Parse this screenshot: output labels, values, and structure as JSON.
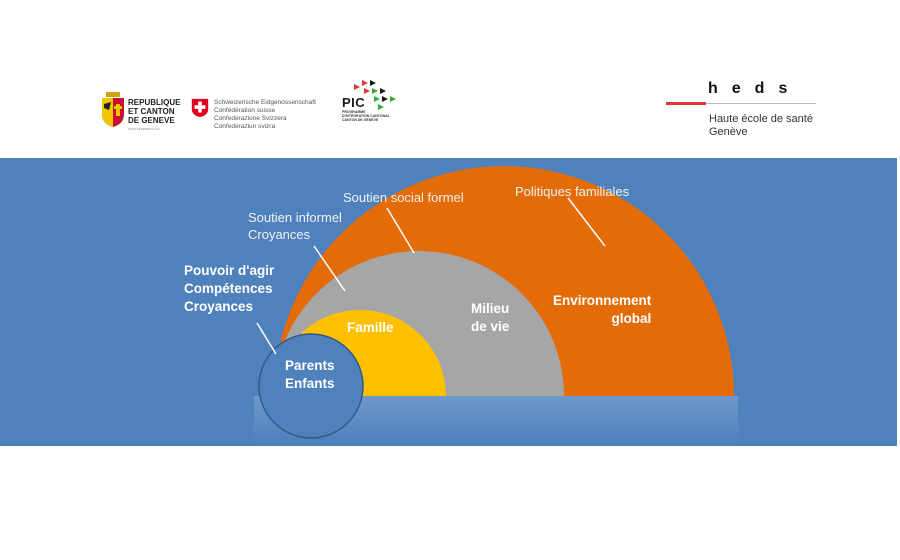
{
  "logos": {
    "geneva": {
      "line1": "REPUBLIQUE",
      "line2": "ET CANTON",
      "line3": "DE GENEVE",
      "motto": "POST TENEBRAS LUX"
    },
    "swiss": {
      "lines": [
        "Schweizerische Eidgenossenschaft",
        "Confédération suisse",
        "Confederazione Svizzera",
        "Confederaziun svizra"
      ]
    },
    "pic": {
      "name": "PIC",
      "sub1": "PROGRAMME",
      "sub2": "D'INTÉGRATION CANTONAL",
      "sub3": "CANTON DE GENÈVE"
    },
    "heds": {
      "letters": "heds",
      "line1": "Haute école de santé",
      "line2": "Genève"
    }
  },
  "diagram": {
    "rings": [
      {
        "id": "environnement",
        "line1": "Environnement",
        "line2": "global",
        "color": "#e36c09"
      },
      {
        "id": "milieu",
        "line1": "Milieu",
        "line2": "de vie",
        "color": "#a6a6a6"
      },
      {
        "id": "famille",
        "line1": "Famille",
        "line2": "",
        "color": "#ffc000"
      },
      {
        "id": "parents",
        "line1": "Parents",
        "line2": "Enfants",
        "color": "#4f81bd"
      }
    ],
    "callouts": {
      "politiques": "Politiques familiales",
      "soutien_formel": "Soutien social formel",
      "soutien_informel_1": "Soutien informel",
      "soutien_informel_2": "Croyances",
      "pouvoir_1": "Pouvoir d'agir",
      "pouvoir_2": "Compétences",
      "pouvoir_3": "Croyances"
    },
    "panel_color": "#4f81bd"
  }
}
